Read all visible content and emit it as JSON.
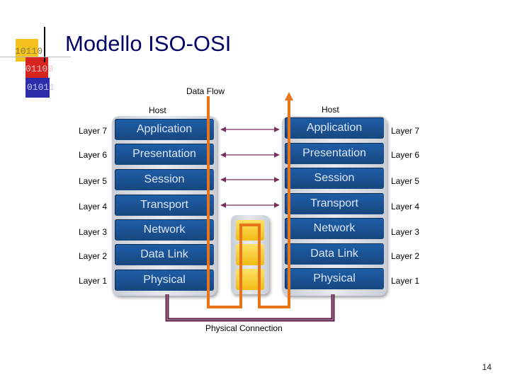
{
  "slide": {
    "title": "Modello ISO-OSI",
    "logo_lines": [
      "10110",
      "01100",
      "01011"
    ],
    "data_flow_label": "Data Flow",
    "host_left_label": "Host",
    "host_right_label": "Host",
    "physical_connection_label": "Physical Connection",
    "page_number": "14"
  },
  "layers_left": [
    {
      "number_label": "Layer 7",
      "name": "Application"
    },
    {
      "number_label": "Layer 6",
      "name": "Presentation"
    },
    {
      "number_label": "Layer 5",
      "name": "Session"
    },
    {
      "number_label": "Layer 4",
      "name": "Transport"
    },
    {
      "number_label": "Layer 3",
      "name": "Network"
    },
    {
      "number_label": "Layer 2",
      "name": "Data Link"
    },
    {
      "number_label": "Layer 1",
      "name": "Physical"
    }
  ],
  "layers_right": [
    {
      "number_label": "Layer 7",
      "name": "Application"
    },
    {
      "number_label": "Layer 6",
      "name": "Presentation"
    },
    {
      "number_label": "Layer 5",
      "name": "Session"
    },
    {
      "number_label": "Layer 4",
      "name": "Transport"
    },
    {
      "number_label": "Layer 3",
      "name": "Network"
    },
    {
      "number_label": "Layer 2",
      "name": "Data Link"
    },
    {
      "number_label": "Layer 1",
      "name": "Physical"
    }
  ],
  "colors": {
    "title": "#000066",
    "layer_button": "#1a4f8f",
    "data_flow_arrow": "#e8741a",
    "router_block": "#f5c518",
    "physical_cable": "#5a1f45"
  }
}
